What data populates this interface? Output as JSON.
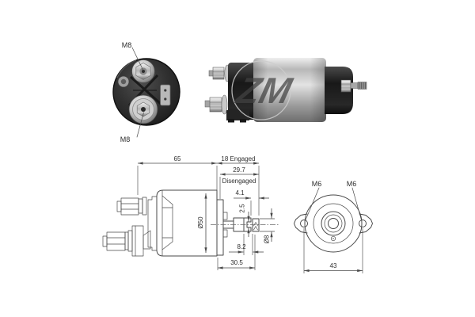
{
  "colors": {
    "line": "#4a4a4a",
    "text": "#2d2d2d",
    "metal_bright": "#e8e8e8",
    "metal_mid": "#b8b8b8",
    "cap_dark": "#1d1d1d",
    "photo_face": "#303030"
  },
  "end_view": {
    "label_top": "M8",
    "label_bottom": "M8"
  },
  "side_view": {
    "watermark_text": "ZM"
  },
  "section_view": {
    "dims": {
      "body_length": "65",
      "engaged": "18 Engaged",
      "stroke_disengaged": "29.7",
      "disengaged_label": "Disengaged",
      "tip_len": "4.1",
      "fork_slot": "2.5",
      "body_dia": "Ø50",
      "pin_dia": "Ø8",
      "step": "8.2",
      "plunger_len": "30.5"
    }
  },
  "front_view": {
    "hole_left": "M6",
    "hole_right": "M6",
    "hole_spacing": "43"
  }
}
